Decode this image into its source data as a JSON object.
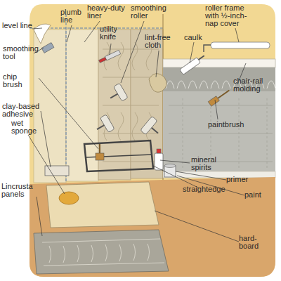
{
  "diagram": {
    "labels": [
      "level line",
      "plumb line",
      "heavy-duty liner",
      "smoothing roller",
      "roller frame with ½-inch-nap cover",
      "smoothing tool",
      "utility knife",
      "lint-free cloth",
      "caulk",
      "chip brush",
      "chair-rail molding",
      "clay-based adhesive",
      "paintbrush",
      "wet sponge",
      "mineral spirits",
      "primer",
      "paint",
      "straightedge",
      "Lincrusta panels",
      "hard-board"
    ]
  }
}
